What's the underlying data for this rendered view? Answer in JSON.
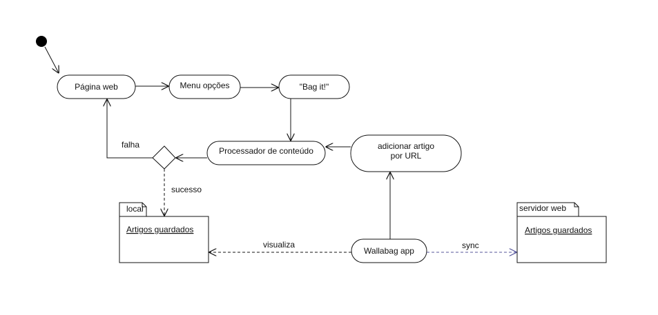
{
  "nodes": {
    "pagina_web": "Página web",
    "menu_opcoes": "Menu opções",
    "bag_it": "\"Bag it!\"",
    "processador": "Processador de conteúdo",
    "adicionar_line1": "adicionar artigo",
    "adicionar_line2": "por URL",
    "wallabag_app": "Wallabag app"
  },
  "edges": {
    "falha": "falha",
    "sucesso": "sucesso",
    "visualiza": "visualiza",
    "sync": "sync"
  },
  "packages": {
    "local": {
      "tab": "local",
      "content": "Artigos guardados"
    },
    "servidor": {
      "tab": "servidor web",
      "content": "Artigos guardados"
    }
  },
  "colors": {
    "stroke": "#111111",
    "sync_line": "#55559a"
  }
}
